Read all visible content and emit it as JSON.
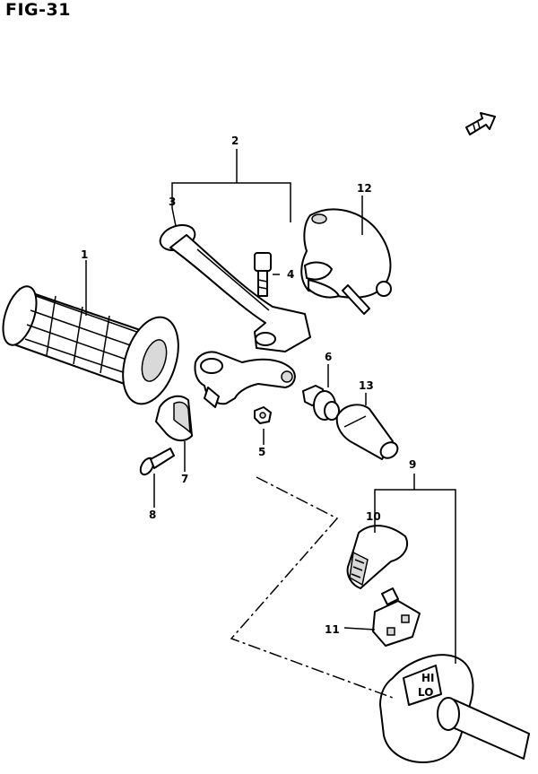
{
  "figure": {
    "title": "FIG-31"
  },
  "parts": [
    {
      "id": "grip",
      "number": "1",
      "icon": "handlebar-grip-icon"
    },
    {
      "id": "lever-assembly",
      "number": "2",
      "icon": "bracket-group"
    },
    {
      "id": "lever",
      "number": "3",
      "icon": "clutch-lever-icon"
    },
    {
      "id": "pivot-bolt",
      "number": "4",
      "icon": "bolt-icon"
    },
    {
      "id": "nut",
      "number": "5",
      "icon": "nut-icon"
    },
    {
      "id": "adjuster",
      "number": "6",
      "icon": "adjuster-screw-icon"
    },
    {
      "id": "clamp",
      "number": "7",
      "icon": "clamp-icon"
    },
    {
      "id": "clamp-screw",
      "number": "8",
      "icon": "screw-icon"
    },
    {
      "id": "switch-assembly",
      "number": "9",
      "icon": "bracket-group"
    },
    {
      "id": "dimmer-knob",
      "number": "10",
      "icon": "switch-knob-icon"
    },
    {
      "id": "contact-plate",
      "number": "11",
      "icon": "contact-plate-icon"
    },
    {
      "id": "lever-cover",
      "number": "12",
      "icon": "lever-cover-icon"
    },
    {
      "id": "dust-boot",
      "number": "13",
      "icon": "dust-boot-icon"
    }
  ],
  "switch_labels": {
    "high": "HI",
    "low": "LO"
  },
  "direction_icon": "front-direction-arrow-icon"
}
